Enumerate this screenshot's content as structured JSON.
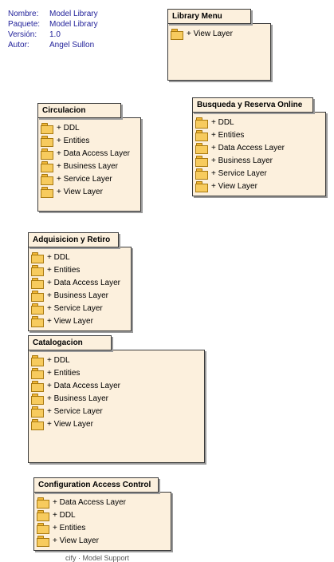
{
  "meta": [
    {
      "key": "Nombre:",
      "value": "Model Library"
    },
    {
      "key": "Paquete:",
      "value": "Model Library"
    },
    {
      "key": "Versión:",
      "value": "1.0"
    },
    {
      "key": "Autor:",
      "value": "Angel Sullon"
    }
  ],
  "packages": [
    {
      "name": "Library Menu",
      "items": [
        "+ View Layer"
      ]
    },
    {
      "name": "Circulacion",
      "items": [
        "+ DDL",
        "+ Entities",
        "+ Data Access Layer",
        "+ Business Layer",
        "+ Service Layer",
        "+ View Layer"
      ]
    },
    {
      "name": "Busqueda y Reserva Online",
      "items": [
        "+ DDL",
        "+ Entities",
        "+ Data Access Layer",
        "+ Business Layer",
        "+ Service Layer",
        "+ View Layer"
      ]
    },
    {
      "name": "Adquisicion y Retiro",
      "items": [
        "+ DDL",
        "+ Entities",
        "+ Data Access Layer",
        "+ Business Layer",
        "+ Service Layer",
        "+ View Layer"
      ]
    },
    {
      "name": "Catalogacion",
      "items": [
        "+ DDL",
        "+ Entities",
        "+ Data Access Layer",
        "+ Business Layer",
        "+ Service Layer",
        "+ View Layer"
      ]
    },
    {
      "name": "Configuration Access Control",
      "items": [
        "+ Data Access Layer",
        "+ DDL",
        "+ Entities",
        "+ View Layer"
      ]
    }
  ],
  "footer": "cify · Model Support"
}
